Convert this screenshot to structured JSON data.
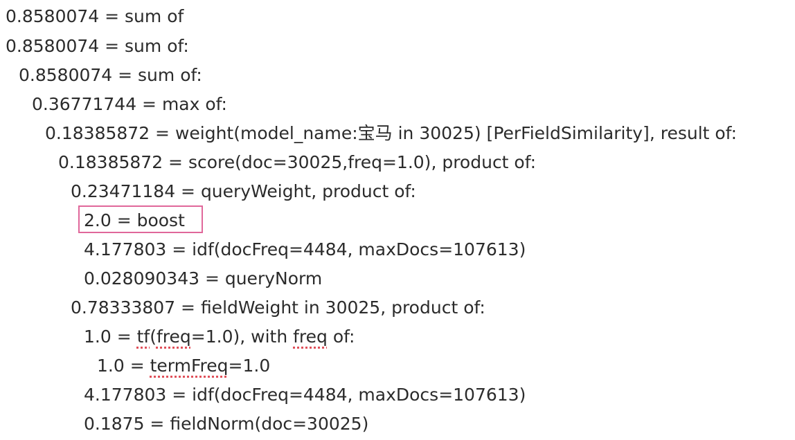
{
  "lines": [
    {
      "text": "0.8580074 = sum of"
    },
    {
      "text": "0.8580074 = sum of:"
    },
    {
      "text": "0.8580074 = sum of:"
    },
    {
      "text": "0.36771744 = max of:"
    },
    {
      "text": "0.18385872 = weight(model_name:宝马 in 30025) [PerFieldSimilarity], result of:"
    },
    {
      "text": "0.18385872 = score(doc=30025,freq=1.0), product of:"
    },
    {
      "text": "0.23471184 = queryWeight, product of:"
    },
    {
      "text": "2.0 = boost"
    },
    {
      "text": "4.177803 = idf(docFreq=4484, maxDocs=107613)"
    },
    {
      "text": "0.028090343 = queryNorm"
    },
    {
      "text": "0.78333807 = fieldWeight in 30025, product of:"
    },
    {
      "parts": {
        "p1": "1.0 = ",
        "p2": "tf",
        "p3": "(",
        "p4": "freq",
        "p5": "=1.0), with ",
        "p6": "freq",
        "p7": " of:"
      }
    },
    {
      "parts": {
        "p1": "1.0 = ",
        "p2": "termFreq",
        "p3": "=1.0"
      }
    },
    {
      "text": "4.177803 = idf(docFreq=4484, maxDocs=107613)"
    },
    {
      "text": "0.1875 = fieldNorm(doc=30025)"
    }
  ],
  "colors": {
    "text": "#2b2b2b",
    "highlight_border": "#e0679a",
    "spellcheck_underline": "#e0505a"
  }
}
